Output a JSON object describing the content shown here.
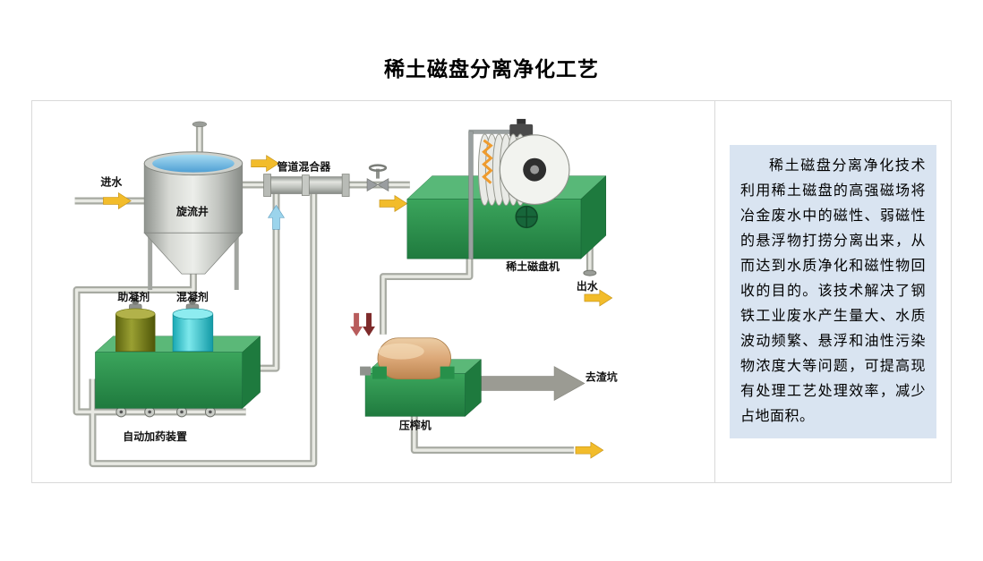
{
  "page": {
    "title": "稀土磁盘分离净化工艺"
  },
  "diagram": {
    "labels": {
      "inlet": "进水",
      "cyclone_well": "旋流井",
      "pipeline_mixer": "管道混合器",
      "magnetic_disk_machine": "稀土磁盘机",
      "outlet": "出水",
      "coagulant_aid": "助凝剂",
      "coagulant": "混凝剂",
      "auto_dosing_device": "自动加药装置",
      "press_machine": "压榨机",
      "slag_pit": "去渣坑"
    },
    "colors": {
      "machine_green": "#2b9a50",
      "machine_green_top": "#5bb878",
      "machine_green_side": "#1e7a3e",
      "arrow_yellow": "#f2bc2b",
      "up_arrow_blue": "#9bd4ec",
      "down_arrow_red": "#7e2b2b",
      "slag_arrow_gray": "#9b9b93",
      "pipe_gray": "#a7aaa2",
      "tank_steel": "#b9bcb8",
      "water_blue": "#63b6e0",
      "coagulant_aid_olive": "#79801c",
      "coagulant_cyan": "#27c3cd",
      "press_roller_tan": "#d8a676",
      "description_bg": "#d9e4f1"
    }
  },
  "description": {
    "text": "稀土磁盘分离净化技术利用稀土磁盘的高强磁场将冶金废水中的磁性、弱磁性的悬浮物打捞分离出来，从而达到水质净化和磁性物回收的目的。该技术解决了钢铁工业废水产生量大、水质波动频繁、悬浮和油性污染物浓度大等问题，可提高现有处理工艺处理效率，减少占地面积。"
  }
}
